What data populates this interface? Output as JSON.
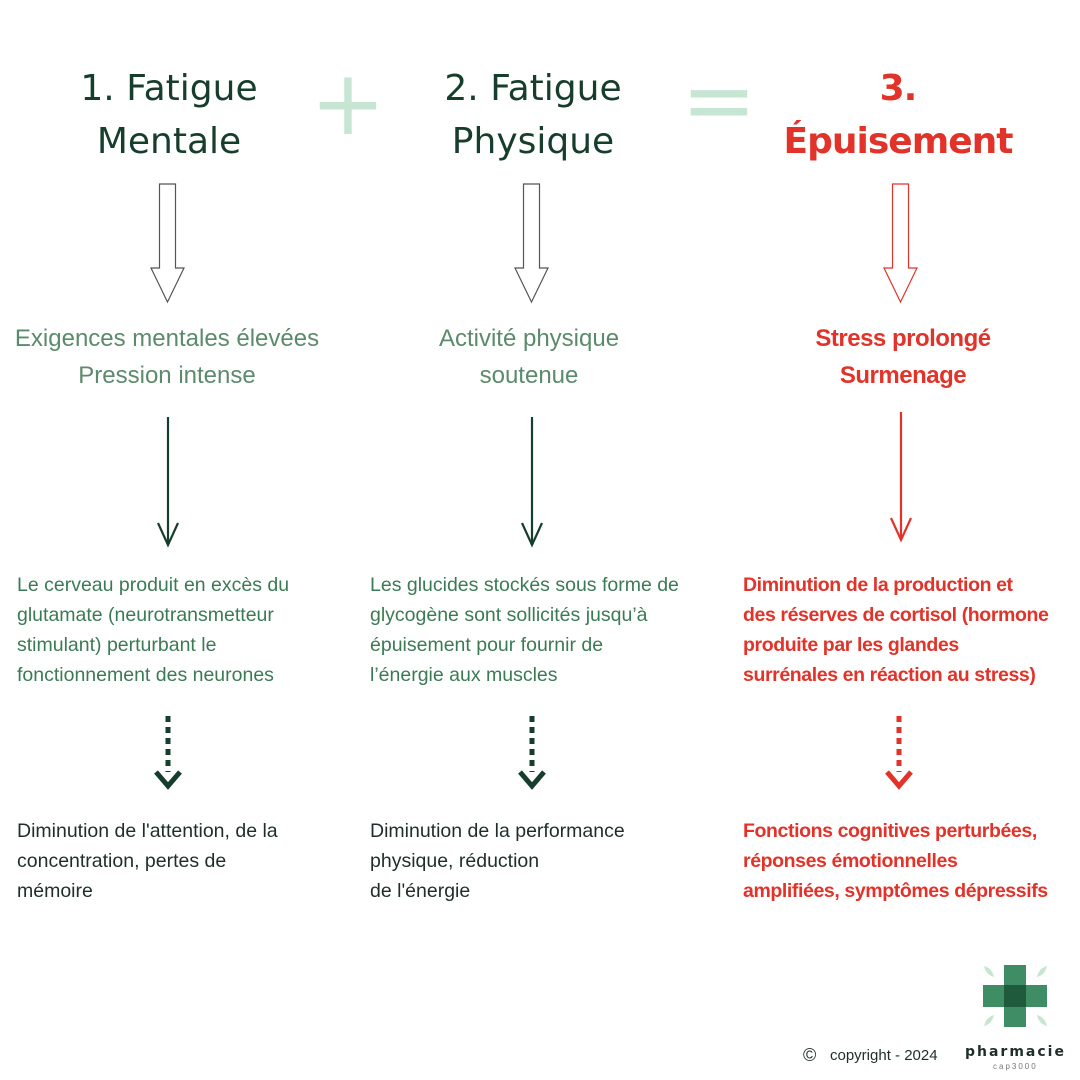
{
  "columns": [
    {
      "title_line1": "1. Fatigue",
      "title_line2": "Mentale",
      "cause_line1": "Exigences mentales élevées",
      "cause_line2": "Pression intense",
      "mechanism_lines": [
        "Le cerveau produit en excès du",
        "glutamate (neurotransmetteur",
        "stimulant) perturbant le",
        "fonctionnement des neurones"
      ],
      "consequence_lines": [
        "Diminution de l'attention, de la",
        "concentration, pertes de",
        "mémoire"
      ]
    },
    {
      "title_line1": "2. Fatigue",
      "title_line2": "Physique",
      "cause_line1": "Activité physique",
      "cause_line2": "soutenue",
      "mechanism_lines": [
        "Les glucides stockés sous forme de",
        "glycogène sont sollicités jusqu’à",
        "épuisement pour fournir de",
        "l’énergie aux muscles"
      ],
      "consequence_lines": [
        "Diminution de la performance",
        "physique, réduction",
        "de l'énergie"
      ]
    },
    {
      "title_line1": "3.",
      "title_line2": "Épuisement",
      "cause_line1": "Stress prolongé",
      "cause_line2": "Surmenage",
      "mechanism_lines": [
        "Diminution de la production et",
        "des réserves de cortisol (hormone",
        "produite par les glandes",
        "surrénales en réaction au stress)"
      ],
      "consequence_lines": [
        "Fonctions cognitives perturbées,",
        "réponses émotionnelles",
        "amplifiées, symptômes dépressifs"
      ]
    }
  ],
  "operators": {
    "plus": "+",
    "equals": "="
  },
  "footer": {
    "copyright_symbol": "©",
    "copyright_text": "copyright - 2024",
    "brand_name": "pharmacie",
    "brand_sub": "cap3000"
  },
  "colors": {
    "dark_green": "#173d2c",
    "mid_green": "#5c8a6c",
    "light_green": "#c6e6d3",
    "red": "#e2332a",
    "logo_green": "#3e8d64"
  },
  "icons": {
    "outline_arrow": "hollow-down-arrow",
    "thin_arrow": "thin-down-arrow",
    "dotted_arrow": "dotted-chevron-down-arrow",
    "logo": "pharmacy-cross-logo"
  }
}
